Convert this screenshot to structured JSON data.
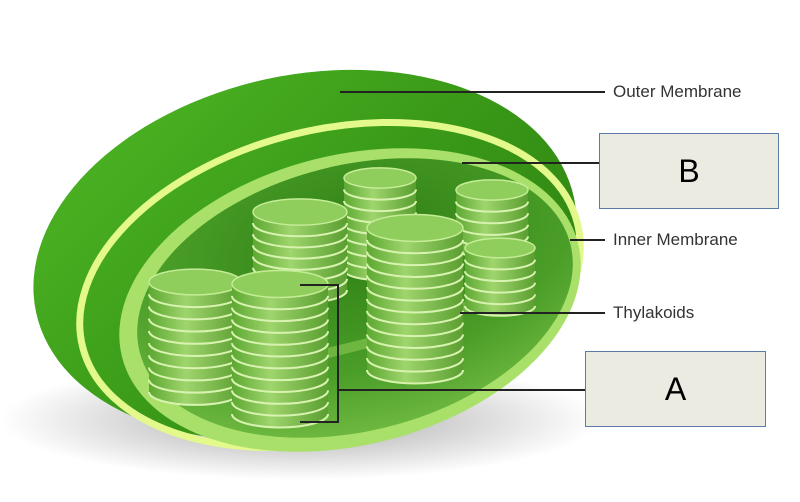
{
  "labels": {
    "outer_membrane": "Outer Membrane",
    "inner_membrane": "Inner Membrane",
    "thylakoids": "Thylakoids"
  },
  "answer_boxes": {
    "b": "B",
    "a": "A"
  },
  "colors": {
    "dark_green": "#3f9a1c",
    "light_green": "#a8e06a",
    "membrane_yellow": "#e4f98c",
    "box_fill": "#ecebe1",
    "box_border": "#5a7aa8"
  }
}
